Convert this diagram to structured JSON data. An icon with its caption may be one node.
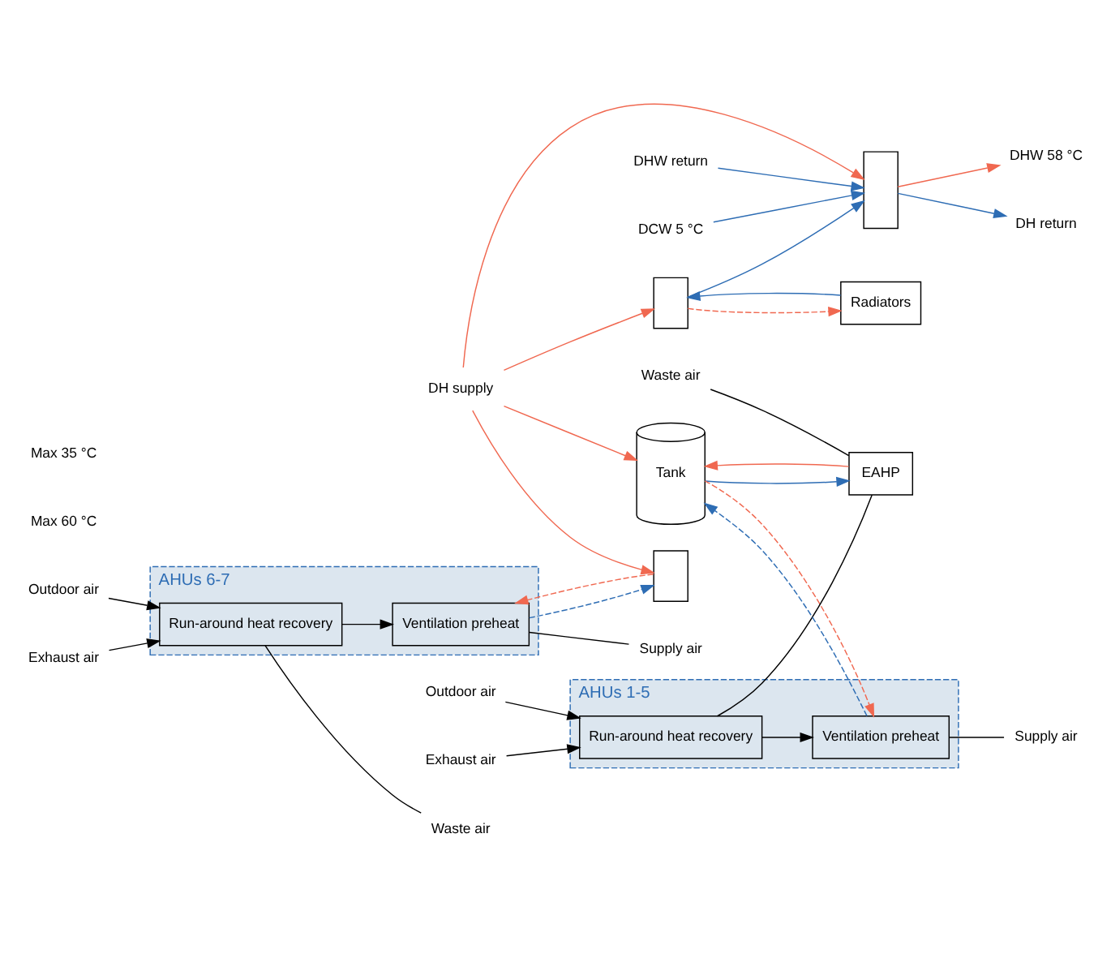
{
  "diagram": {
    "nodes": [
      {
        "text": [
          "DH supply"
        ]
      },
      {
        "text": [
          "DH return"
        ]
      },
      {
        "text": [
          "DHW 58 °C"
        ]
      },
      {
        "text": [
          "DHW return"
        ]
      },
      {
        "text": [
          "DCW 5 °C"
        ]
      },
      {
        "text": [],
        "shape": "box"
      },
      {
        "text": [],
        "shape": "box"
      },
      {
        "text": [
          "Radiators"
        ]
      },
      {
        "text": [],
        "shape": "box"
      },
      {
        "text": [
          "Tank"
        ]
      },
      {
        "text": [
          "Waste air"
        ]
      },
      {
        "text": [
          "EAHP"
        ]
      },
      {
        "text": [
          "AHUs 1-5"
        ]
      },
      {
        "text": [
          "Run-around heat recovery"
        ],
        "in": 12
      },
      {
        "text": [
          "Ventilation preheat"
        ],
        "in": 12
      },
      {
        "text": [
          "Outdoor air"
        ]
      },
      {
        "text": [
          "Exhaust air"
        ]
      },
      {
        "text": [
          "Supply air"
        ]
      },
      {
        "text": [
          "AHUs 6-7"
        ]
      },
      {
        "text": [
          "Run-around heat recovery"
        ],
        "in": 18
      },
      {
        "text": [
          "Ventilation preheat"
        ],
        "in": 18
      },
      {
        "text": [
          "Waste air"
        ]
      },
      {
        "text": [
          "Outdoor air"
        ]
      },
      {
        "text": [
          "Exhaust air"
        ]
      },
      {
        "text": [
          "Supply air"
        ]
      }
    ],
    "edges": [
      {
        "from": 0,
        "to": 5,
        "arrow": "to",
        "color": "#f06850"
      },
      {
        "from": 0,
        "to": 6,
        "arrow": "to",
        "color": "#f06850"
      },
      {
        "from": 0,
        "to": 8,
        "arrow": "to",
        "color": "#f06850"
      },
      {
        "from": 0,
        "to": 9,
        "arrow": "to",
        "color": "#f06850"
      },
      {
        "from": 5,
        "to": 1,
        "arrow": "to",
        "color": "#2e6db4"
      },
      {
        "from": 5,
        "to": 2,
        "arrow": "to",
        "color": "#f06850"
      },
      {
        "from": 3,
        "to": 5,
        "arrow": "to",
        "color": "#2e6db4"
      },
      {
        "from": 4,
        "to": 5,
        "arrow": "to",
        "color": "#2e6db4"
      },
      {
        "from": 6,
        "to": 7,
        "arrow": "to",
        "style": "dashed",
        "color": "#f06850"
      },
      {
        "from": 7,
        "to": 6,
        "arrow": "to",
        "color": "#2e6db4"
      },
      {
        "from": 6,
        "to": 5,
        "arrow": "to",
        "color": "#2e6db4"
      },
      {
        "from": 8,
        "to": 20,
        "arrow": "to",
        "style": "dashed",
        "color": "#f06850"
      },
      {
        "from": 20,
        "to": 8,
        "arrow": "to",
        "style": "dashed",
        "color": "#2e6db4"
      },
      {
        "from": 11,
        "to": 9,
        "arrow": "to",
        "color": "#f06850"
      },
      {
        "from": 9,
        "to": 11,
        "arrow": "to",
        "color": "#2e6db4"
      },
      {
        "from": 9,
        "to": 14,
        "arrow": "to",
        "style": "dashed",
        "color": "#f06850"
      },
      {
        "from": 14,
        "to": 9,
        "arrow": "to",
        "style": "dashed",
        "color": "#2e6db4"
      },
      {
        "from": 10,
        "to": 11,
        "arrow": "none"
      },
      {
        "from": 16,
        "to": 13,
        "arrow": "to"
      },
      {
        "from": 13,
        "to": 11,
        "arrow": "none"
      },
      {
        "from": 15,
        "to": 13,
        "arrow": "to"
      },
      {
        "from": 13,
        "to": 14,
        "arrow": "to"
      },
      {
        "from": 14,
        "to": 17,
        "arrow": "none"
      },
      {
        "from": 23,
        "to": 19,
        "arrow": "to"
      },
      {
        "from": 19,
        "to": 21,
        "arrow": "none"
      },
      {
        "from": 22,
        "to": 19,
        "arrow": "to"
      },
      {
        "from": 19,
        "to": 20,
        "arrow": "to"
      },
      {
        "from": 20,
        "to": 24,
        "arrow": "none"
      }
    ],
    "labels": [
      "Max 60 °C",
      "Max 35 °C"
    ]
  }
}
